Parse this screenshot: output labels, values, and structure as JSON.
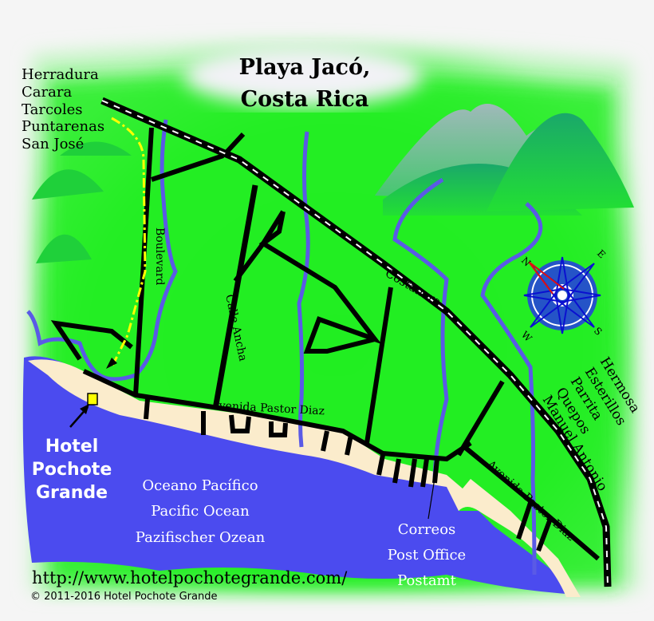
{
  "title": {
    "line1": "Playa Jacó,",
    "line2": "Costa Rica"
  },
  "north_destinations": [
    "Herradura",
    "Carara",
    "Tarcoles",
    "Puntarenas",
    "San José"
  ],
  "south_destinations": [
    "Hermosa",
    "Esterillos",
    "Parrita",
    "Quepos",
    "Manuel Antonio"
  ],
  "streets": {
    "boulevard": "Boulevard",
    "calle_ancha": "Calle Ancha",
    "costanera": "Costanera",
    "avenida_1": "Avenida Pastor Diaz",
    "avenida_2": "Avenida Pastor Diaz"
  },
  "hotel": {
    "line1": "Hotel",
    "line2": "Pochote",
    "line3": "Grande"
  },
  "ocean": [
    "Oceano Pacífico",
    "Pacific Ocean",
    "Pazifischer Ozean"
  ],
  "post_office": [
    "Correos",
    "Post Office",
    "Postamt"
  ],
  "compass": {
    "n": "N",
    "e": "E",
    "s": "S",
    "w": "W"
  },
  "footer": {
    "url": "http://www.hotelpochotegrande.com/",
    "copyright": "© 2011-2016 Hotel Pochote Grande"
  },
  "colors": {
    "land": "#22ee22",
    "ocean": "#4b4bef",
    "beach": "#fbeccc",
    "river": "#5a5ae6",
    "hotel_marker": "#ffff00",
    "route": "#ffff00"
  }
}
